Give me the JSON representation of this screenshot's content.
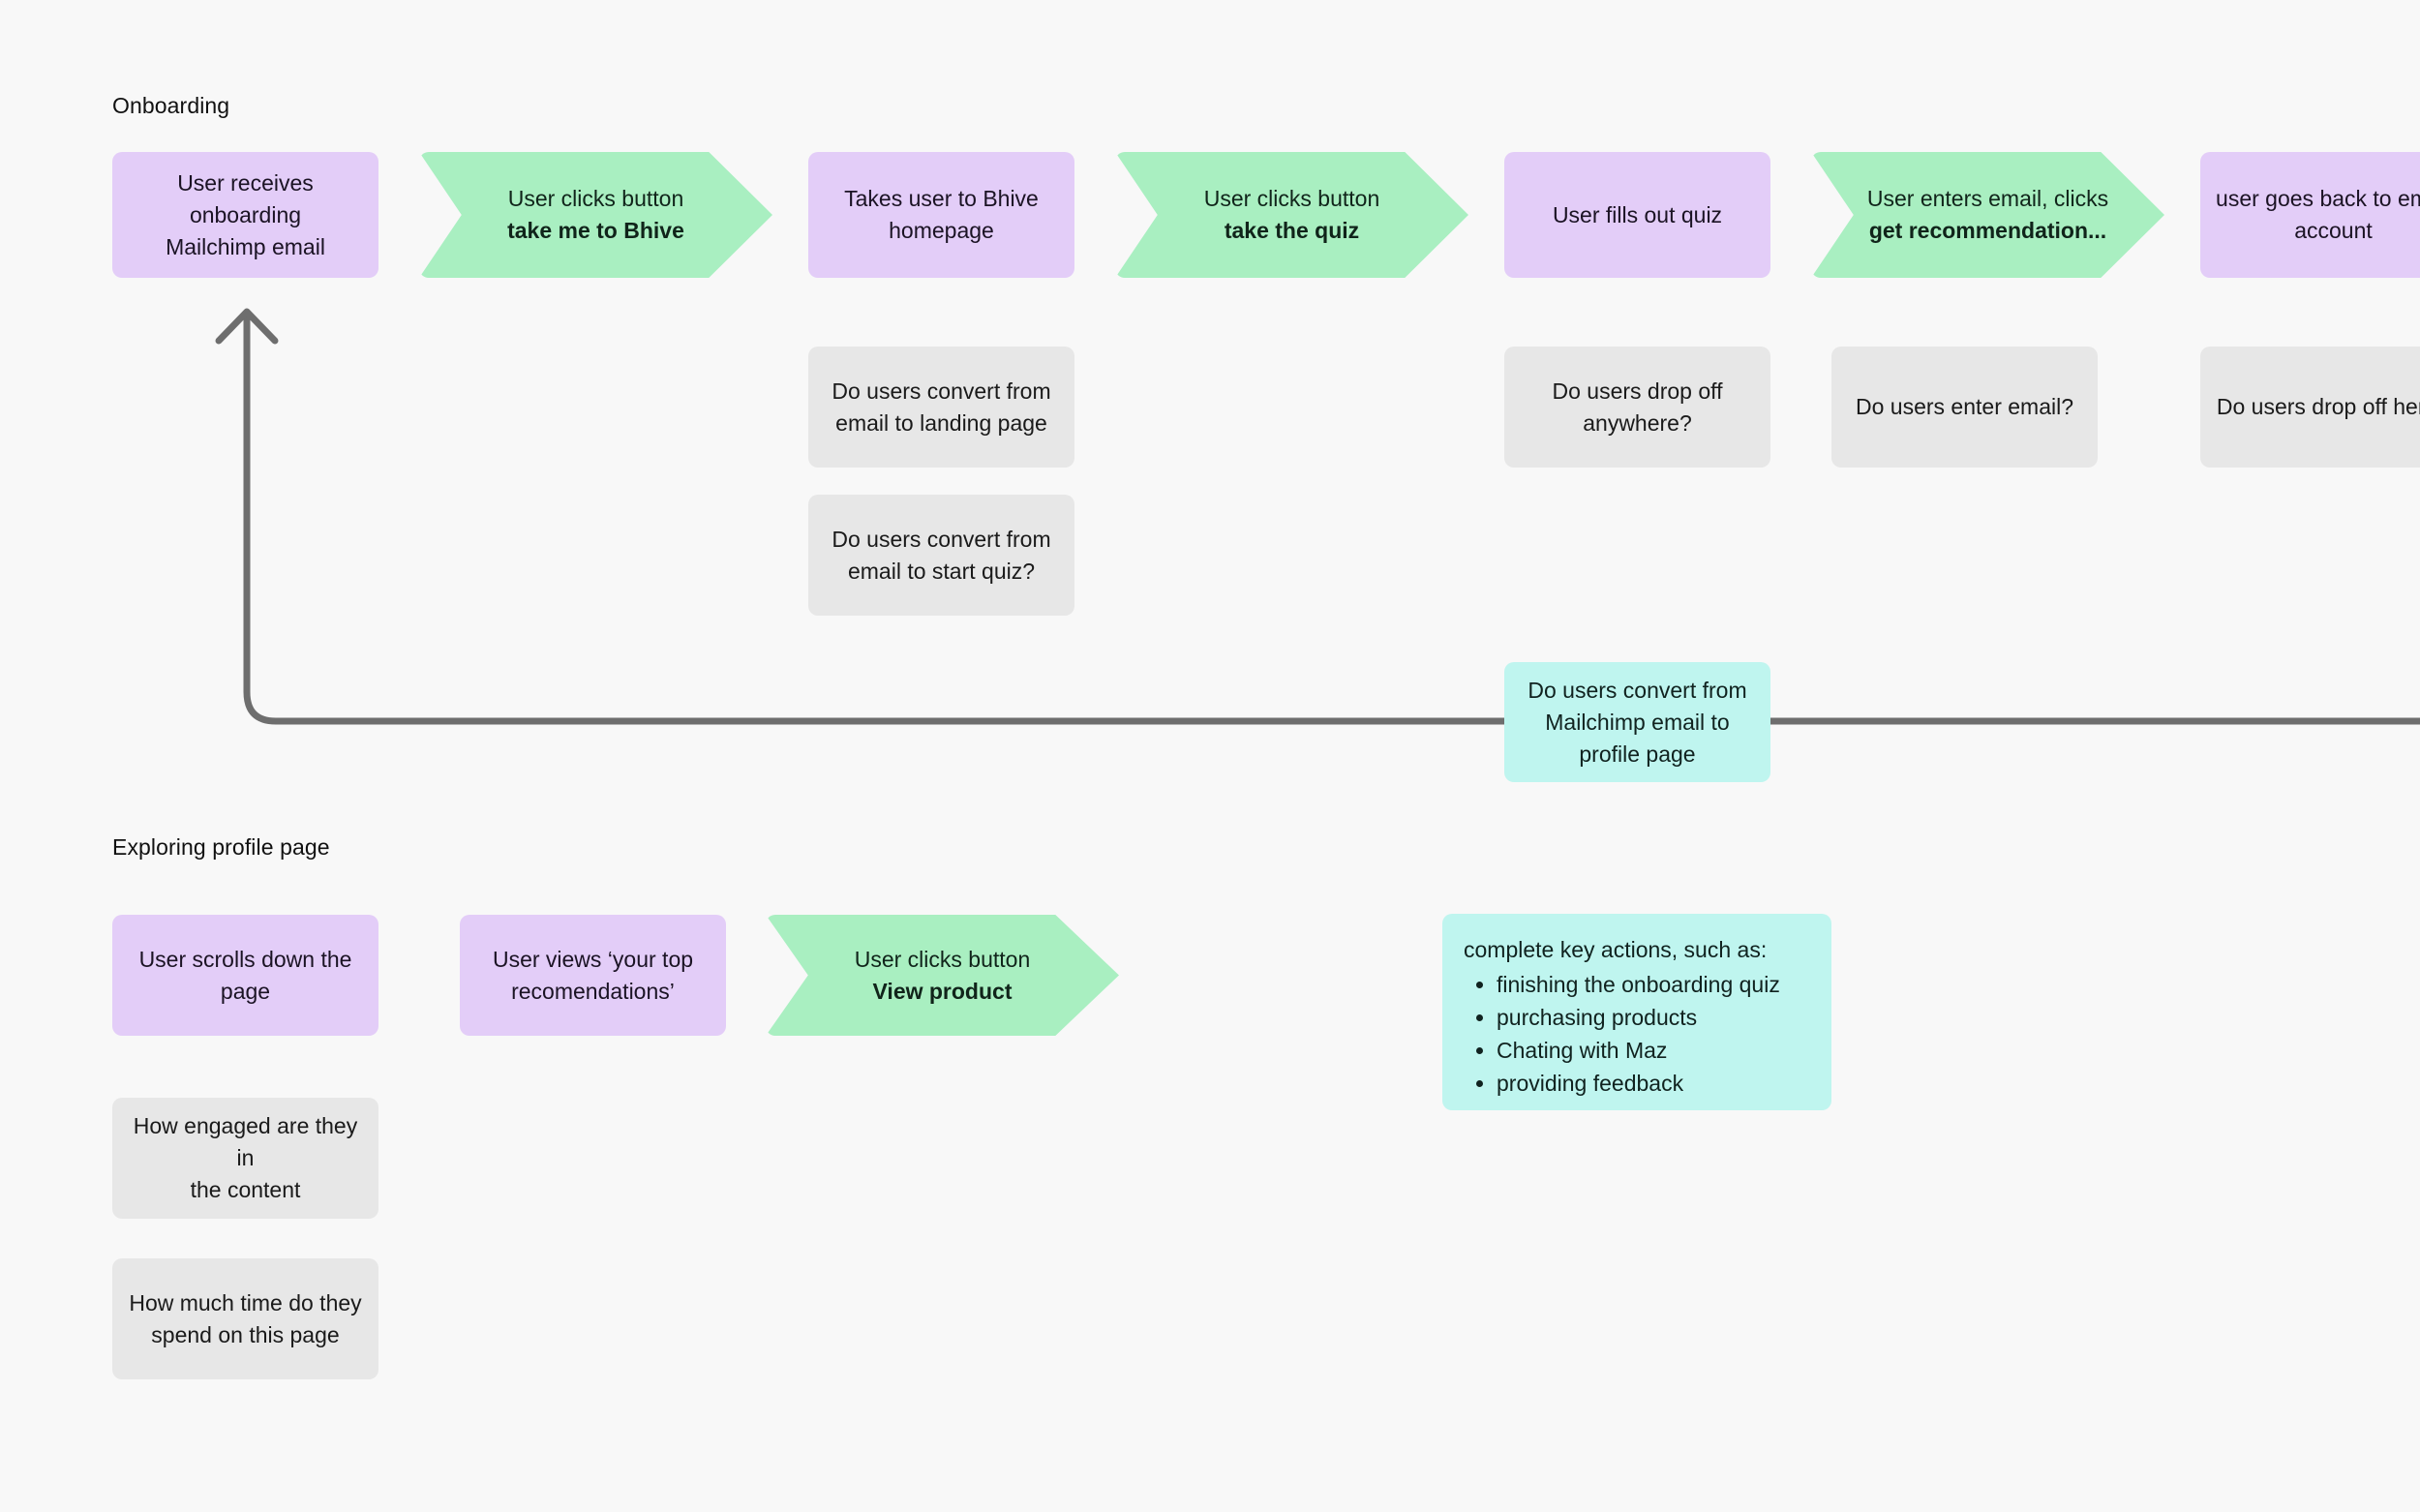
{
  "sections": [
    {
      "label": "Onboarding"
    },
    {
      "label": "Exploring profile page"
    }
  ],
  "colors": {
    "background": "#F8F8F8",
    "purple": "#E3CDF8",
    "green": "#A9EFC1",
    "grey": "#E7E7E7",
    "cyan": "#BFF5EF",
    "connector": "#6E6E6E"
  },
  "onboarding": {
    "steps": [
      {
        "type": "state",
        "line1": "User receives onboarding",
        "line2": "Mailchimp email"
      },
      {
        "type": "action",
        "line1": "User clicks button",
        "line2": "take me to Bhive"
      },
      {
        "type": "state",
        "line1": "Takes user to Bhive",
        "line2": "homepage"
      },
      {
        "type": "action",
        "line1": "User clicks button",
        "line2": "take the quiz"
      },
      {
        "type": "state",
        "line1": "User fills out quiz",
        "line2": ""
      },
      {
        "type": "action",
        "line1": "User enters email, clicks",
        "line2": "get recommendation..."
      },
      {
        "type": "state",
        "line1": "user goes back to email",
        "line2": "account"
      }
    ],
    "questions": [
      {
        "line1": "Do users convert from",
        "line2": "email to landing page"
      },
      {
        "line1": "Do users convert from",
        "line2": "email to start quiz?"
      },
      {
        "line1": "Do users drop off",
        "line2": "anywhere?"
      },
      {
        "line1": "Do users enter email?",
        "line2": ""
      },
      {
        "line1": "Do users drop off here?",
        "line2": ""
      }
    ],
    "highlight": {
      "line1": "Do users convert from",
      "line2": "Mailchimp email to",
      "line3": "profile  page"
    }
  },
  "profile": {
    "steps": [
      {
        "type": "state",
        "line1": "User scrolls down the",
        "line2": "page"
      },
      {
        "type": "state",
        "line1": "User views ‘your top",
        "line2": "recomendations’"
      },
      {
        "type": "action",
        "line1": "User clicks button",
        "line2": "View product"
      }
    ],
    "questions": [
      {
        "line1": "How engaged are they in",
        "line2": "the content"
      },
      {
        "line1": "How much time do they",
        "line2": "spend on this page"
      }
    ],
    "keyactions": {
      "lead": "complete key actions, such as:",
      "items": [
        "finishing the onboarding quiz",
        "purchasing products",
        "Chating with Maz",
        "providing feedback"
      ]
    }
  }
}
